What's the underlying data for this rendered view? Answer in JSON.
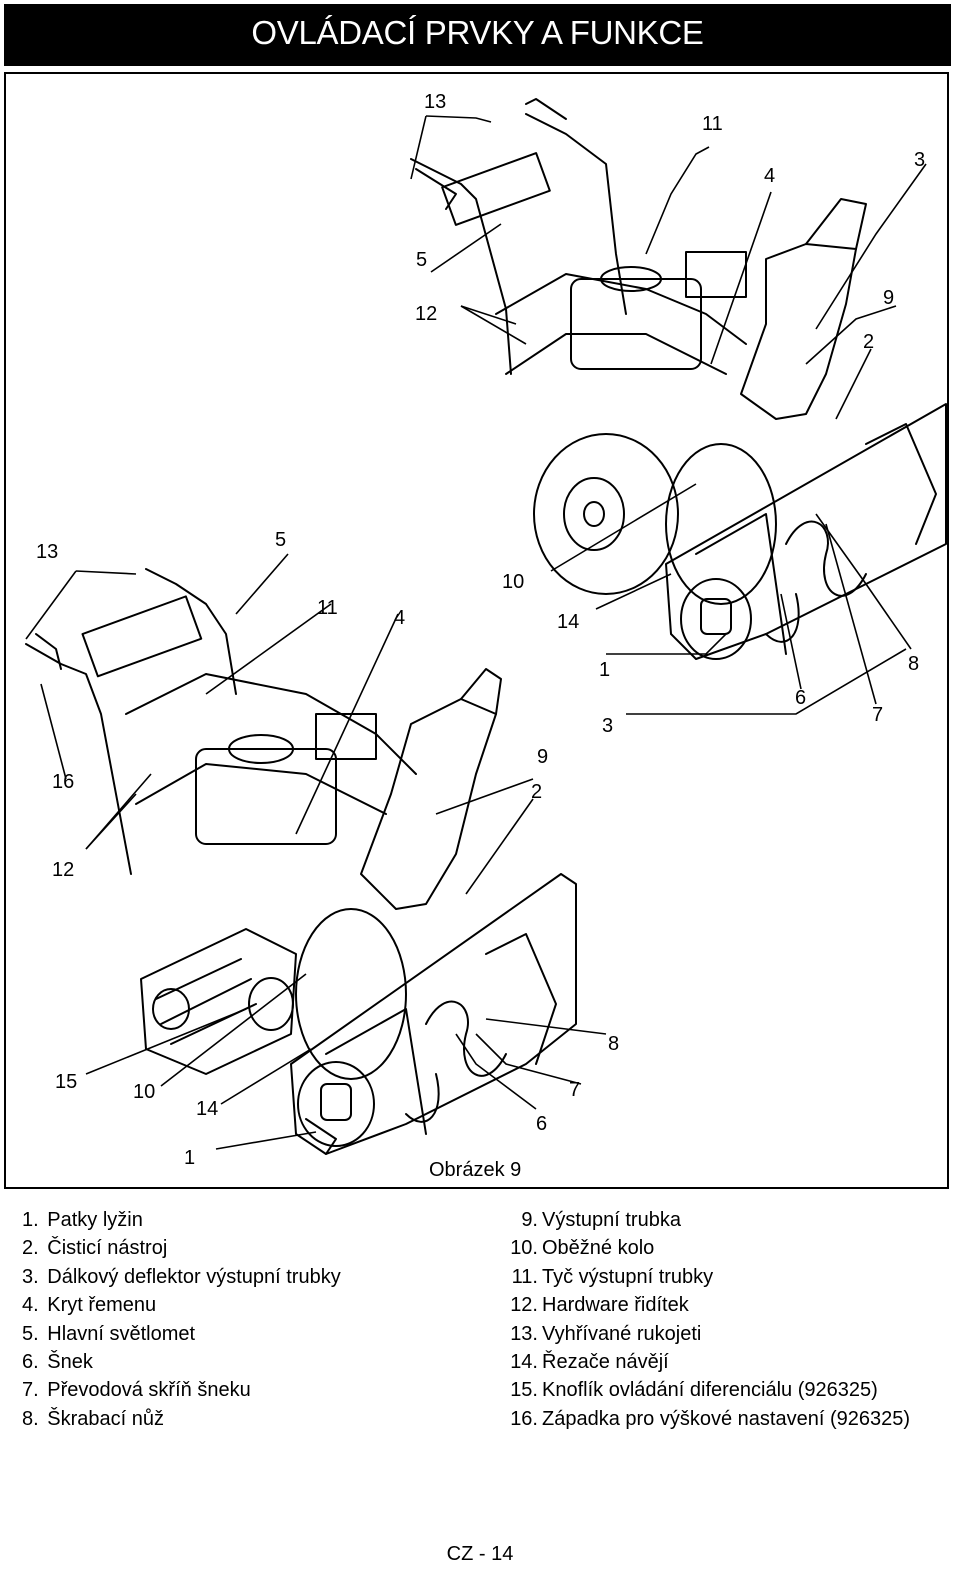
{
  "page_title": "OVLÁDACÍ PRVKY A FUNKCE",
  "figure_caption": "Obrázek 9",
  "upper_callouts": [
    "13",
    "11",
    "4",
    "3",
    "5",
    "9",
    "12",
    "2",
    "10",
    "14",
    "1",
    "8",
    "3",
    "6",
    "7"
  ],
  "lower_callouts": [
    "13",
    "5",
    "11",
    "4",
    "16",
    "9",
    "2",
    "12",
    "8",
    "7",
    "15",
    "10",
    "14",
    "6",
    "1"
  ],
  "legend_left": [
    {
      "num": "1.",
      "text": "Patky lyžin"
    },
    {
      "num": "2.",
      "text": "Čisticí nástroj"
    },
    {
      "num": "3.",
      "text": "Dálkový deflektor výstupní trubky"
    },
    {
      "num": "4.",
      "text": "Kryt řemenu"
    },
    {
      "num": "5.",
      "text": "Hlavní světlomet"
    },
    {
      "num": "6.",
      "text": "Šnek"
    },
    {
      "num": "7.",
      "text": "Převodová skříň šneku"
    },
    {
      "num": "8.",
      "text": "Škrabací nůž"
    }
  ],
  "legend_right": [
    {
      "num": "9.",
      "text": "Výstupní trubka"
    },
    {
      "num": "10.",
      "text": "Oběžné kolo"
    },
    {
      "num": "11.",
      "text": "Tyč výstupní trubky"
    },
    {
      "num": "12.",
      "text": "Hardware řidítek"
    },
    {
      "num": "13.",
      "text": "Vyhřívané rukojeti"
    },
    {
      "num": "14.",
      "text": "Řezače návějí"
    },
    {
      "num": "15.",
      "text": "Knoflík ovládání diferenciálu (926325)"
    },
    {
      "num": "16.",
      "text": "Západka pro výškové nastavení (926325)"
    }
  ],
  "page_number": "CZ - 14"
}
